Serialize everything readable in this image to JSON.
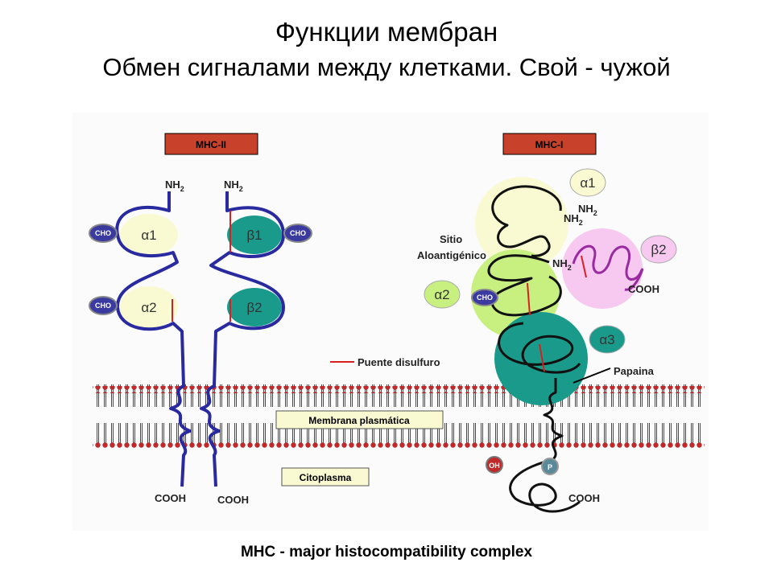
{
  "title": "Функции мембран",
  "subtitle": "Обмен сигналами между клетками. Свой - чужой",
  "caption": "MHC - major histocompatibility complex",
  "labels": {
    "mhc2": "MHC-II",
    "mhc1": "MHC-I",
    "nh2": "NH",
    "nh2_sub": "2",
    "cooh": "COOH",
    "cho": "CHO",
    "alpha1": "α1",
    "alpha2": "α2",
    "alpha3": "α3",
    "beta1": "β1",
    "beta2": "β2",
    "sitio_line1": "Sitio",
    "sitio_line2": "Aloantigénico",
    "puente": "Puente disulfuro",
    "papaina": "Papaina",
    "membrana": "Membrana plasmática",
    "citoplasma": "Citoplasma",
    "oh": "OH",
    "p": "P"
  },
  "colors": {
    "chain": "#2a2aa0",
    "membrane_head": "#c0282a",
    "mhc_label_bg": "#c8412a",
    "domain_yellow": "#fafad2",
    "domain_teal": "#1a9a8a",
    "domain_green": "#c8f080",
    "domain_pink": "#f7c8f0",
    "cho_blue": "#3a3aa0",
    "disulfide": "#d82020"
  }
}
